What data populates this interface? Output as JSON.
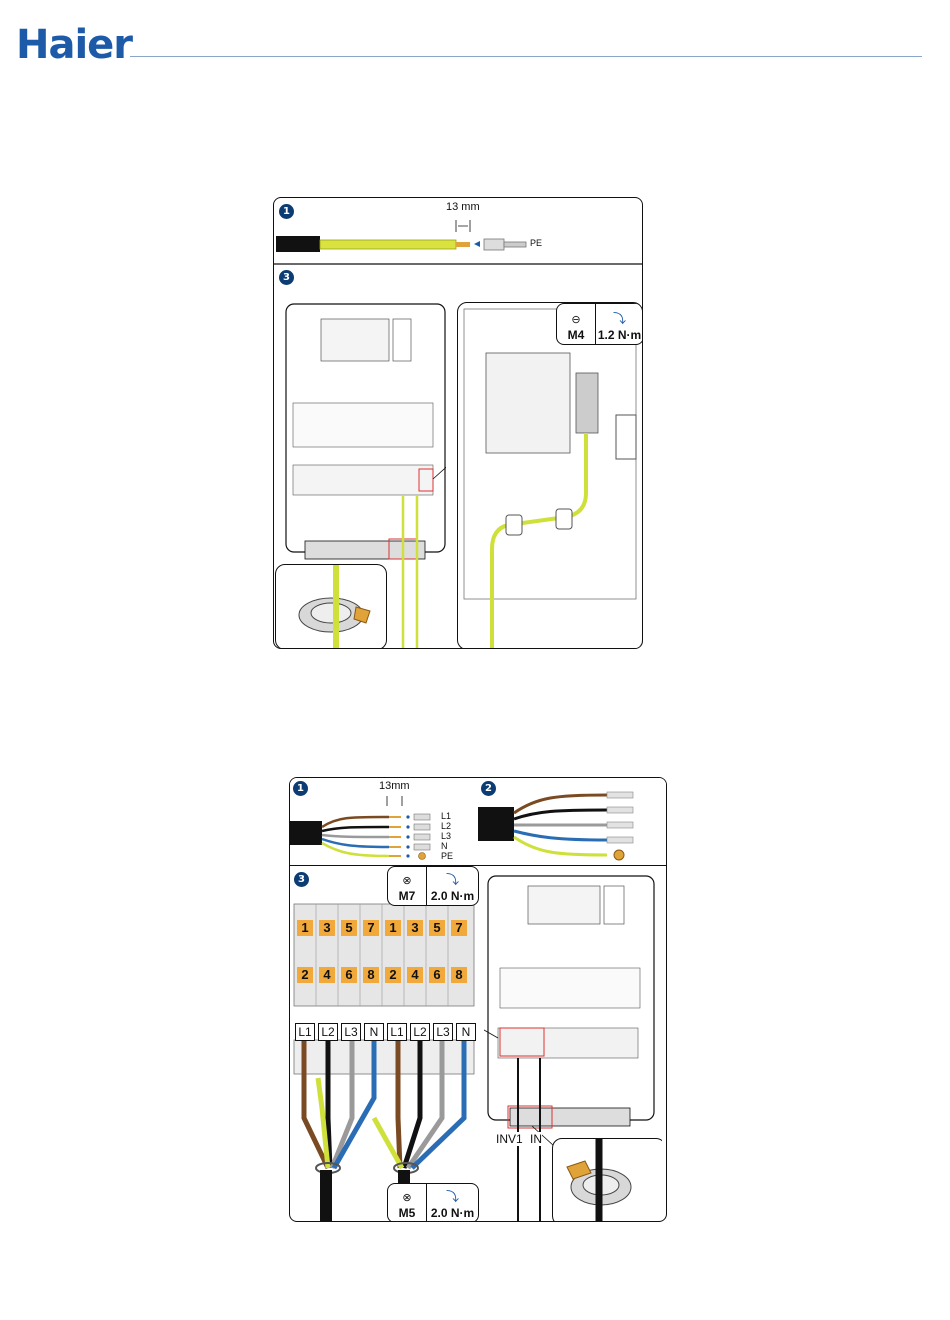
{
  "brand": {
    "logo_text": "Haier"
  },
  "figure1": {
    "step1": {
      "number": "1",
      "strip_length": "13 mm",
      "wire_label": "PE"
    },
    "step3": {
      "number": "3",
      "screw_size": "M4",
      "torque": "1.2 N·m"
    }
  },
  "figure2": {
    "step1": {
      "number": "1",
      "strip_length": "13mm",
      "wire_labels": [
        "L1",
        "L2",
        "L3",
        "N",
        "PE"
      ]
    },
    "step2": {
      "number": "2"
    },
    "step3": {
      "number": "3",
      "top_screw_size": "M7",
      "top_torque": "2.0 N·m",
      "bottom_screw_size": "M5",
      "bottom_torque": "2.0 N·m",
      "breaker_top_numbers": [
        "1",
        "3",
        "5",
        "7",
        "1",
        "3",
        "5",
        "7"
      ],
      "breaker_bottom_numbers": [
        "2",
        "4",
        "6",
        "8",
        "2",
        "4",
        "6",
        "8"
      ],
      "wire_tags": [
        "L1",
        "L2",
        "L3",
        "N",
        "L1",
        "L2",
        "L3",
        "N"
      ],
      "inverter_labels": [
        "INV1",
        "IN"
      ]
    }
  },
  "colors": {
    "brand_blue": "#1d5aa8",
    "brown": "#7a4a22",
    "black": "#111111",
    "grey": "#9a9a9a",
    "blue": "#2a6db5",
    "yellow_green": "#cfe03a",
    "terminal_orange": "#f2a93b"
  }
}
